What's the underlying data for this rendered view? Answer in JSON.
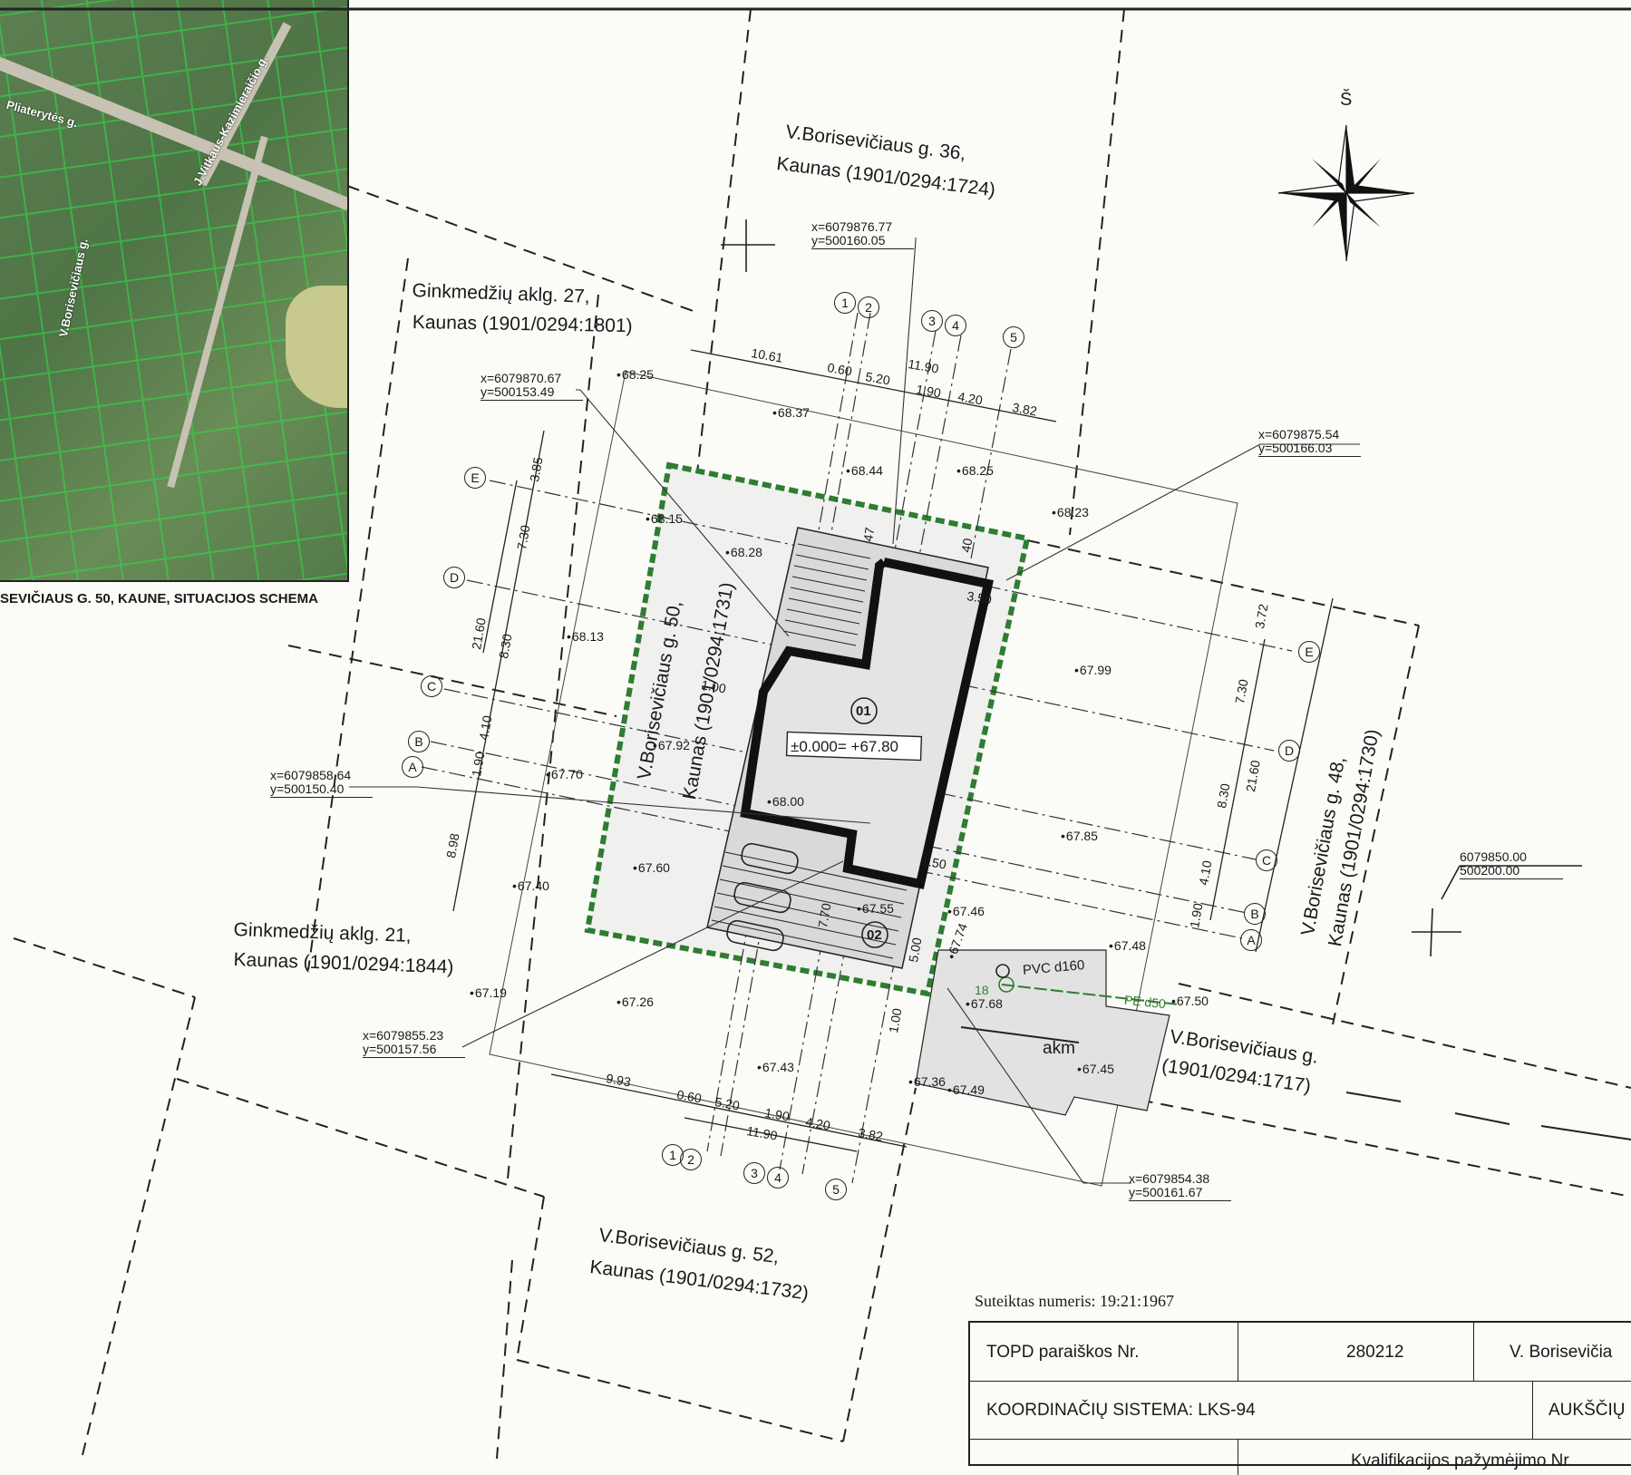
{
  "inset": {
    "caption": "SEVIČIAUS G. 50, KAUNE, SITUACIJOS SCHEMA",
    "streets": [
      "Pliaterytės g.",
      "J.Vitkaus-Kazimieraičio g.",
      "V.Borisevičiaus g."
    ]
  },
  "north_label": "Š",
  "parcels": {
    "p36_line1": "V.Borisevičiaus g. 36,",
    "p36_line2": "Kaunas (1901/0294:1724)",
    "p27_line1": "Ginkmedžių aklg. 27,",
    "p27_line2": "Kaunas (1901/0294:1801)",
    "p50_line1": "V.Borisevičiaus g. 50,",
    "p50_line2": "Kaunas (1901/0294:1731)",
    "p48_line1": "V.Borisevičiaus g. 48,",
    "p48_line2": "Kaunas (1901/0294:1730)",
    "p21_line1": "Ginkmedžių aklg. 21,",
    "p21_line2": "Kaunas (1901/0294:1844)",
    "p52_line1": "V.Borisevičiaus g. 52,",
    "p52_line2": "Kaunas (1901/0294:1732)",
    "street_line1": "V.Borisevičiaus g.",
    "street_line2": "(1901/0294:1717)"
  },
  "coords": {
    "c1_x": "x=6079876.77",
    "c1_y": "y=500160.05",
    "c2_x": "x=6079870.67",
    "c2_y": "y=500153.49",
    "c3_x": "x=6079875.54",
    "c3_y": "y=500166.03",
    "c4_x": "x=6079858.64",
    "c4_y": "y=500150.40",
    "c5_x": "x=6079855.23",
    "c5_y": "y=500157.56",
    "c6_x": "x=6079854.38",
    "c6_y": "y=500161.67",
    "grid_x": "6079850.00",
    "grid_y": "500200.00"
  },
  "levels": [
    "68.25",
    "68.37",
    "68.44",
    "68.25",
    "68.23",
    "68.15",
    "68.28",
    "68.13",
    "67.99",
    "67.92",
    "67.70",
    "68.00",
    "67.85",
    "67.60",
    "67.40",
    "67.55",
    "67.46",
    "67.48",
    "67.19",
    "67.26",
    "67.43",
    "67.50",
    "67.36",
    "67.49",
    "67.45",
    "67.68",
    "67.74"
  ],
  "dims": {
    "top_1061": "10.61",
    "top_060": "0.60",
    "top_520": "5.20",
    "top_1190": "11.90",
    "top_190": "1.90",
    "top_420": "4.20",
    "top_382": "3.82",
    "bot_993": "9.93",
    "bot_060": "0.60",
    "bot_520": "5.20",
    "bot_190": "1.90",
    "bot_1190": "11.90",
    "bot_420": "4.20",
    "bot_382": "3.82",
    "l_385": "3.85",
    "l_730": "7.30",
    "l_2160": "21.60",
    "l_830": "8.30",
    "l_410": "4.10",
    "l_190": "1.90",
    "l_898": "8.98",
    "r_372": "3.72",
    "r_730": "7.30",
    "r_830": "8.30",
    "r_2160": "21.60",
    "r_410": "4.10",
    "r_190": "1.90",
    "i_100": "1.00",
    "i_770": "7.70",
    "i_500": "5.00",
    "i_100b": "1.00",
    "i_150": "1.50",
    "i_350": "3.50",
    "i_047": "47",
    "i_040": "40"
  },
  "axes": {
    "n1": "1",
    "n2": "2",
    "n3": "3",
    "n4": "4",
    "n5": "5",
    "A": "A",
    "B": "B",
    "C": "C",
    "D": "D",
    "E": "E"
  },
  "building": {
    "zero_level": "±0.000= +67.80",
    "tag_01": "01",
    "tag_02": "02"
  },
  "utilities": {
    "pvc": "PVC d160",
    "pe": "PE d50",
    "akm": "akm",
    "n18": "18"
  },
  "title_block": {
    "numbering": "Suteiktas numeris: 19:21:1967",
    "topd_label": "TOPD paraiškos Nr.",
    "topd_value": "280212",
    "address_partial": "V. Borisevičia",
    "coord_system": "KOORDINAČIŲ SISTEMA:  LKS-94",
    "heights_partial": "AUKŠČIŲ",
    "qualification_partial": "Kvalifikacijos pažymėjimo Nr."
  }
}
